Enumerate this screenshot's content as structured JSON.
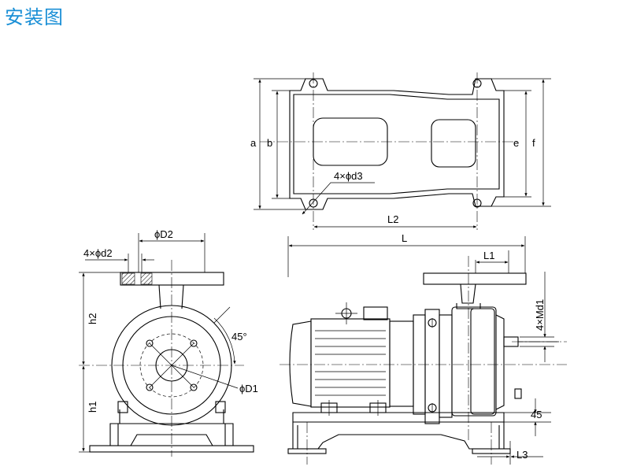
{
  "title": "安装图",
  "labels": {
    "a": "a",
    "b": "b",
    "e": "e",
    "f": "f",
    "hole_top": "4×ϕd3",
    "L2": "L2",
    "L": "L",
    "L1": "L1",
    "D2": "ϕD2",
    "d2": "4×ϕd2",
    "h2": "h2",
    "h1": "h1",
    "angle": "45°",
    "D1": "ϕD1",
    "Md1": "4×Md1",
    "dim45": "45",
    "L3": "L3"
  },
  "colors": {
    "title": "#1a8fd6",
    "line": "#000000"
  }
}
